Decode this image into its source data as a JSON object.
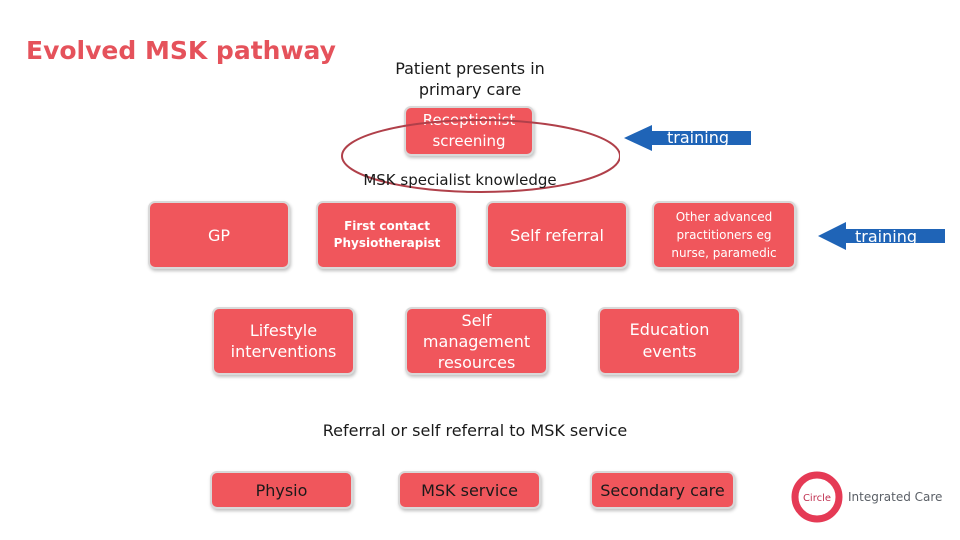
{
  "title": "Evolved MSK pathway",
  "patient_presents": "Patient presents in primary care",
  "receptionist": "Receptionist screening",
  "specialist_knowledge": "MSK specialist knowledge",
  "training_arrows": [
    "training",
    "training"
  ],
  "first_row": [
    "GP",
    "First contact Physiotherapist",
    "Self referral",
    "Other advanced practitioners eg nurse, paramedic"
  ],
  "second_row": [
    "Lifestyle interventions",
    "Self management resources",
    "Education events"
  ],
  "referral_text": "Referral or self referral to MSK service",
  "bottom_row": [
    "Physio",
    "MSK service",
    "Secondary care"
  ],
  "logo": {
    "text": "Integrated Care",
    "brand": "Circle"
  },
  "colors": {
    "accent": "#f0565c",
    "title": "#e5525b",
    "ellipse": "#b0404a",
    "arrow": "#1f64b7"
  }
}
